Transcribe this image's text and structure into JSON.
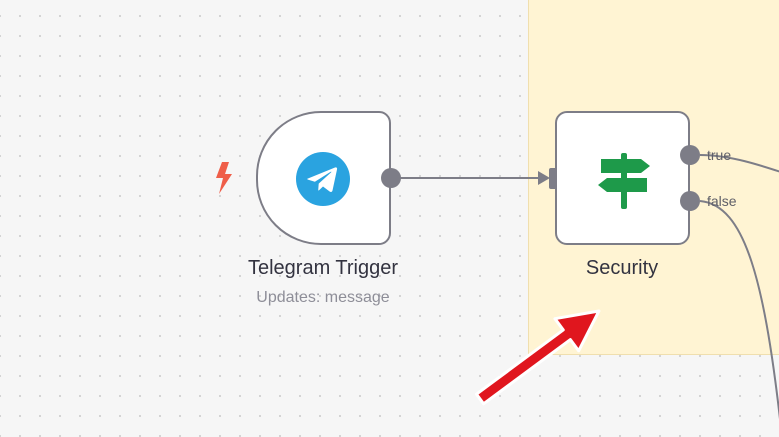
{
  "workflow": {
    "nodes": {
      "trigger": {
        "title": "Telegram Trigger",
        "subtitle": "Updates: message",
        "icon": "telegram-icon",
        "badge_icon": "lightning-bolt-icon"
      },
      "security": {
        "title": "Security",
        "icon": "signpost-icon",
        "outputs": {
          "true_label": "true",
          "false_label": "false"
        }
      }
    }
  },
  "annotation": {
    "arrow_color": "#e0161e",
    "icon": "red-arrow-pointer"
  },
  "colors": {
    "sticky_note": "#fff4d3",
    "node_border": "#7d7d87",
    "telegram_blue": "#2aa3e0",
    "signpost_green": "#1e9a4a",
    "bolt_red": "#ef5e49"
  }
}
